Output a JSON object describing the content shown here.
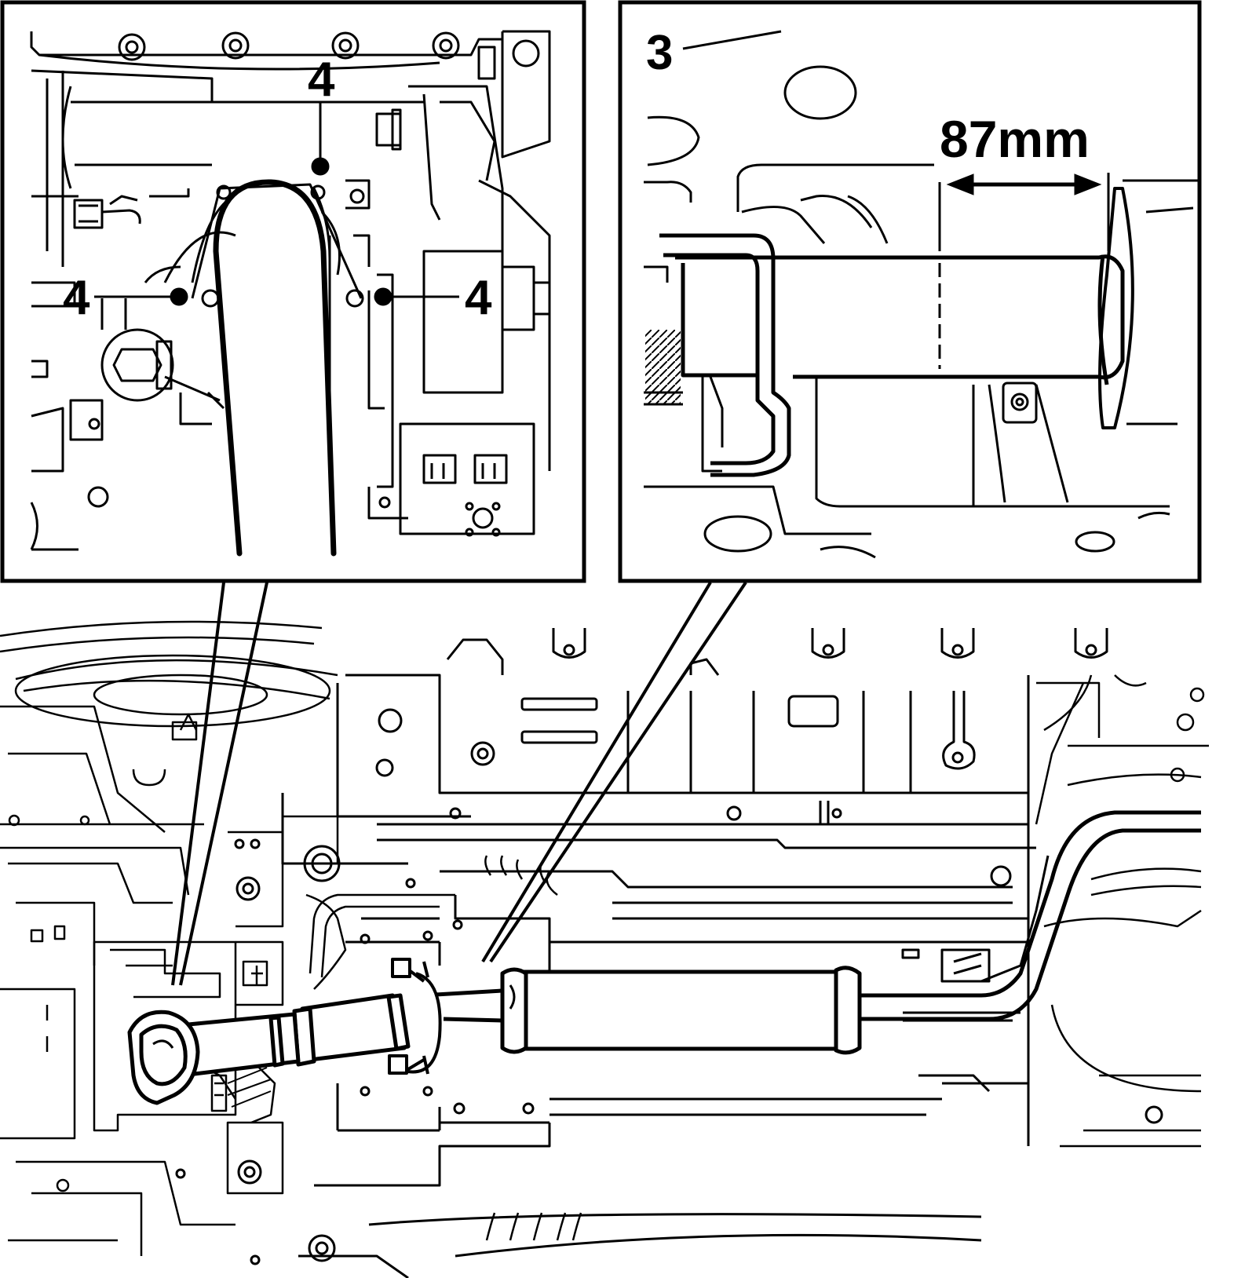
{
  "inset_left": {
    "callouts": [
      "4",
      "4",
      "4"
    ]
  },
  "inset_right": {
    "part_number": "3",
    "dimension": "87mm"
  },
  "colors": {
    "ink": "#000000",
    "paper": "#ffffff"
  }
}
